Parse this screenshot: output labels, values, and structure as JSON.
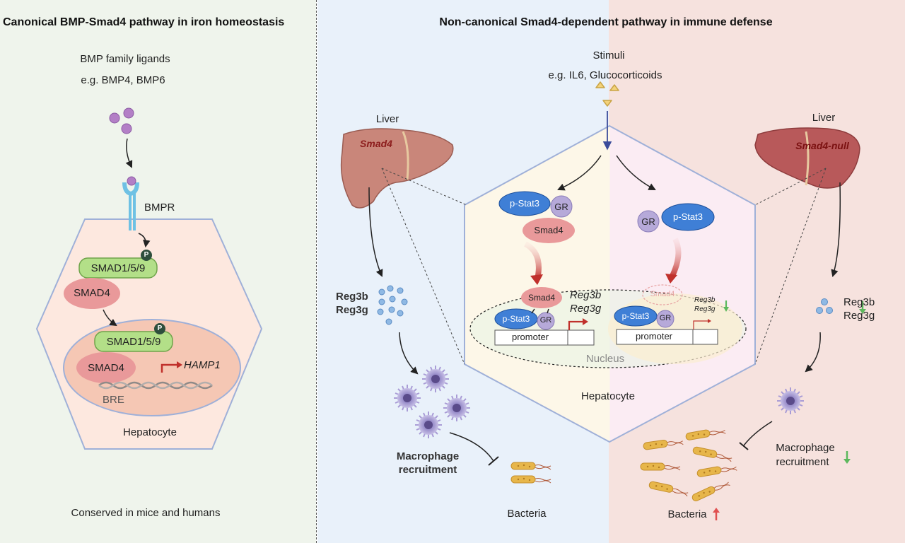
{
  "left_panel": {
    "title": "Canonical BMP-Smad4 pathway in iron homeostasis",
    "ligand_label": "BMP family ligands",
    "ligand_examples": "e.g. BMP4, BMP6",
    "receptor_label": "BMPR",
    "smad159_top": "SMAD1/5/9",
    "smad4_top": "SMAD4",
    "smad159_nuc": "SMAD1/5/9",
    "smad4_nuc": "SMAD4",
    "phospho": "P",
    "gene_label": "HAMP1",
    "element_label": "BRE",
    "cell_label": "Hepatocyte",
    "footer": "Conserved in mice and humans"
  },
  "right_panel": {
    "title": "Non-canonical Smad4-dependent pathway in immune defense",
    "stimuli_label": "Stimuli",
    "stimuli_examples": "e.g. IL6, Glucocorticoids",
    "liver_left_label": "Liver",
    "liver_left_gene": "Smad4",
    "liver_right_label": "Liver",
    "liver_right_gene": "Smad4-null",
    "pstat3_left": "p-Stat3",
    "gr_left": "GR",
    "smad4_left": "Smad4",
    "pstat3_right": "p-Stat3",
    "gr_right": "GR",
    "nuc_smad4_left": "Smad4",
    "nuc_pstat3_left": "p-Stat3",
    "nuc_gr_left": "GR",
    "nuc_genes_left_1": "Reg3b",
    "nuc_genes_left_2": "Reg3g",
    "promoter_left": "promoter",
    "nuc_smad4_right": "Smad4",
    "nuc_pstat3_right": "p-Stat3",
    "nuc_gr_right": "GR",
    "nuc_genes_right_1": "Reg3b",
    "nuc_genes_right_2": "Reg3g",
    "promoter_right": "promoter",
    "nucleus_label": "Nucleus",
    "cell_label": "Hepatocyte",
    "reg_left_1": "Reg3b",
    "reg_left_2": "Reg3g",
    "reg_right_1": "Reg3b",
    "reg_right_2": "Reg3g",
    "macro_left_1": "Macrophage",
    "macro_left_2": "recruitment",
    "macro_right_1": "Macrophage",
    "macro_right_2": "recruitment",
    "bacteria_left": "Bacteria",
    "bacteria_right": "Bacteria"
  },
  "colors": {
    "left_bg": "#eff4ec",
    "right_bg_blue": "#e9f1fa",
    "right_bg_pink": "#f6e2de",
    "hex_pink": "#fde8df",
    "smad_green": "#b3df88",
    "smad4_pink": "#e9999a",
    "stat_blue": "#3f7fd6",
    "gr_purple": "#b6a9d9",
    "arrow_red": "#c0302b",
    "down_green": "#5cb85c",
    "up_red": "#e05050"
  },
  "icons": [
    "ligand-dot-icon",
    "receptor-icon",
    "liver-icon",
    "macrophage-icon",
    "bacteria-icon",
    "dna-icon",
    "down-arrow-icon",
    "up-arrow-icon",
    "gene-arrow-icon"
  ]
}
